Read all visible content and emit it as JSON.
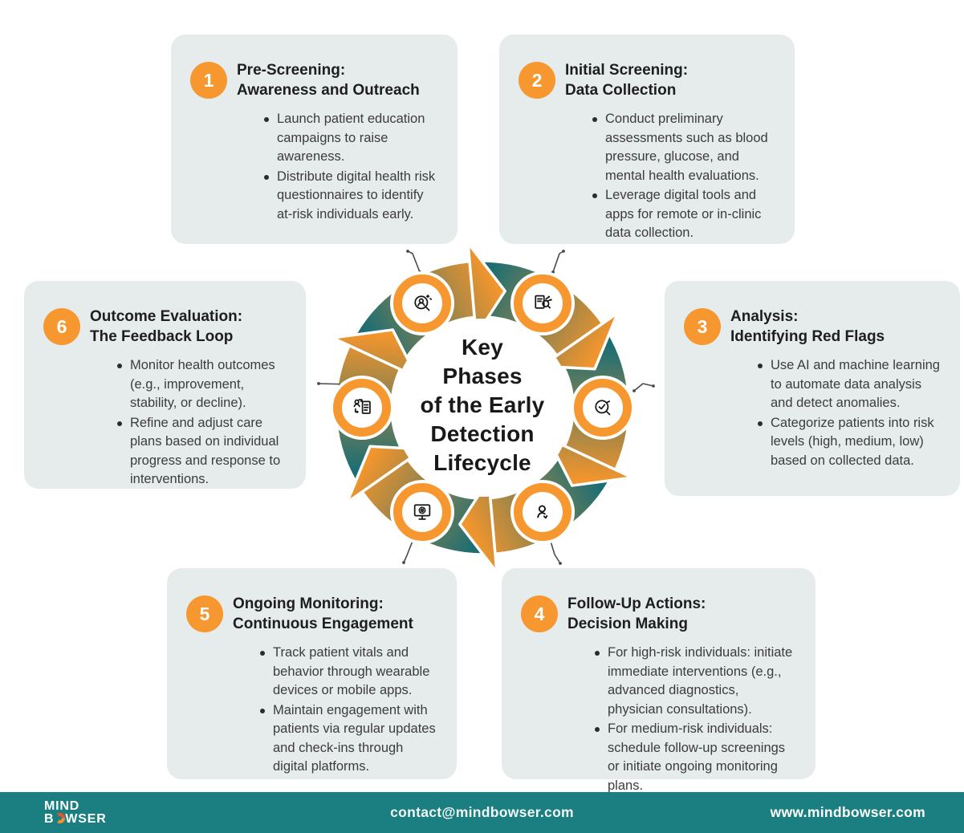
{
  "center": {
    "title": "Key\nPhases\nof the Early\nDetection\nLifecycle"
  },
  "phases": [
    {
      "number": "1",
      "icon": "person-search-icon",
      "title": "Pre-Screening:\nAwareness and Outreach",
      "bullets": [
        "Launch patient education campaigns to raise awareness.",
        "Distribute digital health risk questionnaires to identify at-risk individuals early."
      ]
    },
    {
      "number": "2",
      "icon": "document-search-icon",
      "title": "Initial Screening:\nData Collection",
      "bullets": [
        "Conduct preliminary assessments such as blood pressure, glucose, and mental health evaluations.",
        "Leverage digital tools and apps for remote or in-clinic data collection."
      ]
    },
    {
      "number": "3",
      "icon": "magnifier-check-icon",
      "title": "Analysis:\nIdentifying Red Flags",
      "bullets": [
        "Use AI and machine learning to automate data analysis and detect anomalies.",
        "Categorize patients into risk levels (high, medium, low) based on collected data."
      ]
    },
    {
      "number": "4",
      "icon": "person-check-icon",
      "title": "Follow-Up Actions:\nDecision Making",
      "bullets": [
        "For high-risk individuals: initiate immediate interventions (e.g., advanced diagnostics, physician consultations).",
        "For medium-risk individuals: schedule follow-up screenings or initiate ongoing monitoring plans."
      ]
    },
    {
      "number": "5",
      "icon": "monitor-gear-icon",
      "title": "Ongoing Monitoring:\nContinuous Engagement",
      "bullets": [
        "Track patient vitals and behavior through wearable devices or mobile apps.",
        "Maintain engagement with patients via regular updates and check-ins through digital platforms."
      ]
    },
    {
      "number": "6",
      "icon": "clipboard-person-icon",
      "title": "Outcome Evaluation:\nThe Feedback Loop",
      "bullets": [
        "Monitor health outcomes (e.g., improvement, stability, or decline).",
        "Refine and adjust care plans based on individual progress and response to interventions."
      ]
    }
  ],
  "footer": {
    "logo_line1": "MIND",
    "logo_b": "B",
    "logo_wser": "WSER",
    "email": "contact@mindbowser.com",
    "website": "www.mindbowser.com"
  },
  "colors": {
    "accent_orange": "#F6982F",
    "arrow_teal": "#1D6E73",
    "card_background": "#E6EBEC",
    "footer_teal": "#1B7F81",
    "heading_text": "#1E1E1E",
    "body_text": "#3C3C3C"
  }
}
